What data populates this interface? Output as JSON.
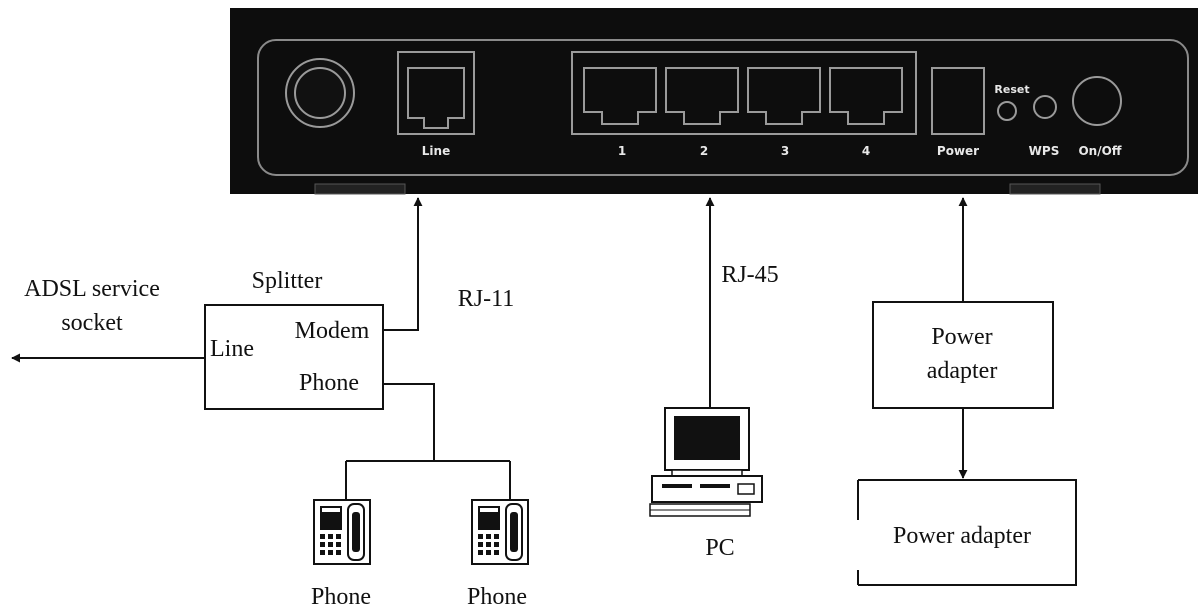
{
  "router": {
    "ports": {
      "line": "Line",
      "lan1": "1",
      "lan2": "2",
      "lan3": "3",
      "lan4": "4",
      "power": "Power",
      "reset": "Reset",
      "wps": "WPS",
      "onoff": "On/Off"
    }
  },
  "labels": {
    "adsl_line1": "ADSL service",
    "adsl_line2": "socket",
    "splitter": "Splitter",
    "rj11": "RJ-11",
    "rj45": "RJ-45",
    "pc": "PC",
    "phone_left": "Phone",
    "phone_right": "Phone"
  },
  "splitter_box": {
    "line": "Line",
    "modem": "Modem",
    "phone": "Phone"
  },
  "power_adapter_top": {
    "line1": "Power",
    "line2": "adapter"
  },
  "power_adapter_bottom": {
    "label": "Power adapter"
  },
  "colors": {
    "router_body": "#0d0d0d",
    "line": "#111111",
    "background": "#ffffff"
  }
}
